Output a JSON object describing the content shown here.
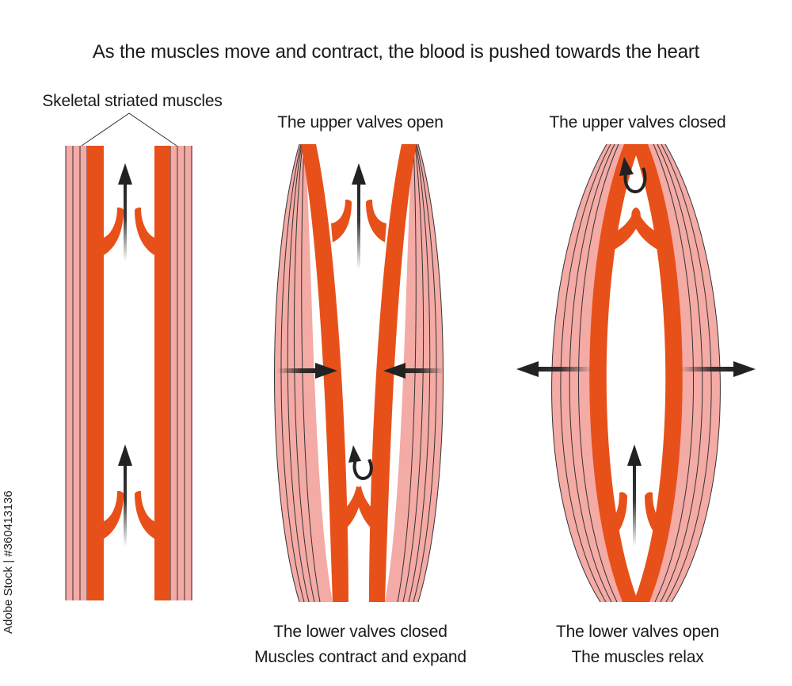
{
  "title": "As the muscles move and contract, the blood is pushed towards the heart",
  "panels": {
    "relaxed": {
      "label": "Skeletal striated muscles"
    },
    "contract": {
      "top_label": "The upper valves open",
      "bottom_label_1": "The lower valves closed",
      "bottom_label_2": "Muscles contract and expand"
    },
    "relax": {
      "top_label": "The upper valves closed",
      "bottom_label_1": "The lower valves open",
      "bottom_label_2": "The muscles relax"
    }
  },
  "stock_id": "Adobe Stock | #360413136",
  "colors": {
    "muscle": "#f4aaa5",
    "vein": "#e8501a",
    "arrow": "#222222",
    "line": "#333333"
  }
}
